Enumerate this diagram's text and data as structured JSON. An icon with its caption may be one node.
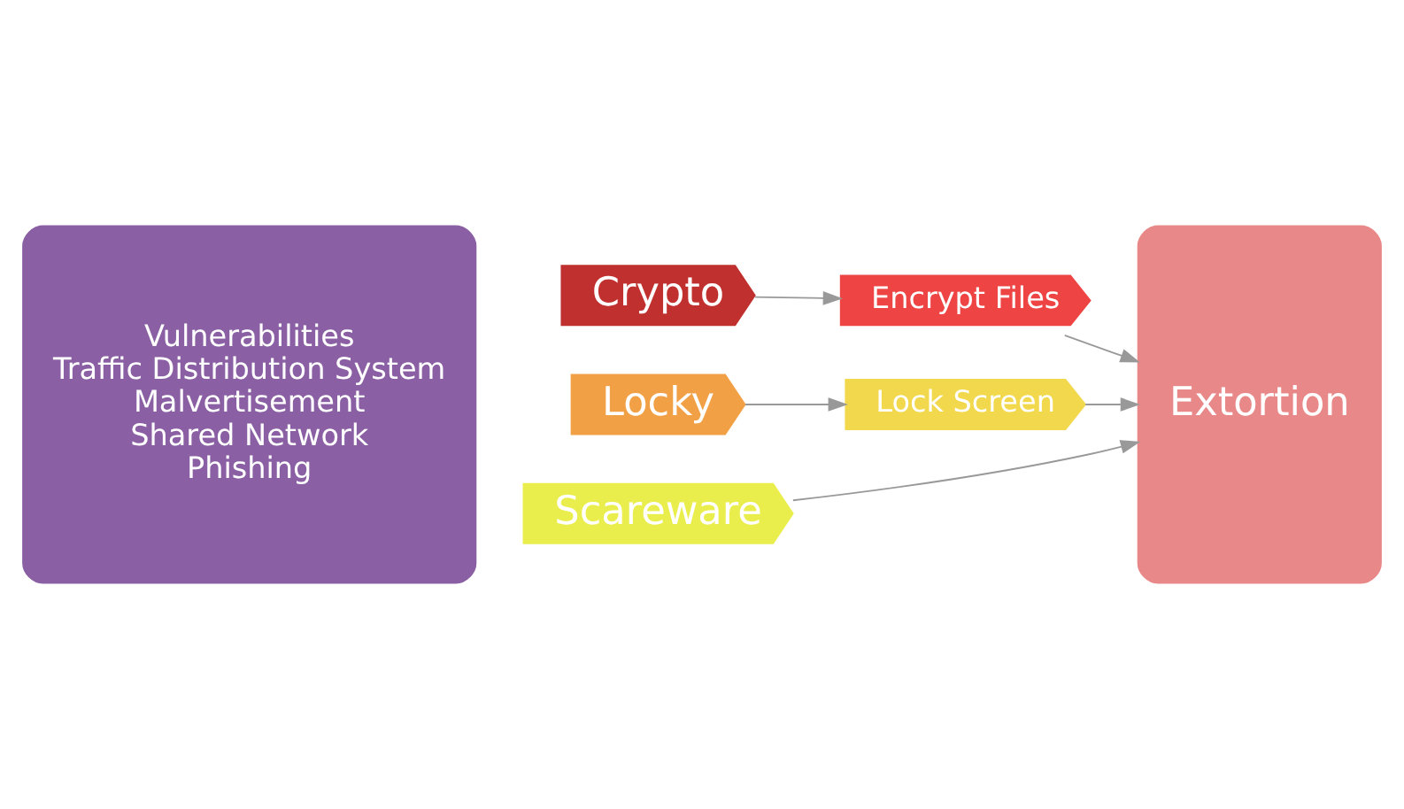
{
  "diagram": {
    "nodes": [
      {
        "text": [
          "Vulnerabilities",
          "Traffic Distribution System",
          "Malvertisement",
          "Shared Network",
          "Phishing"
        ]
      },
      {
        "text": [
          "Crypto"
        ]
      },
      {
        "text": [
          "Encrypt Files"
        ]
      },
      {
        "text": [
          "Locky"
        ]
      },
      {
        "text": [
          "Lock Screen"
        ]
      },
      {
        "text": [
          "Scareware"
        ]
      },
      {
        "text": [
          "Extortion"
        ]
      }
    ],
    "edges": [
      {
        "from": 1,
        "to": 2,
        "arrow": "to"
      },
      {
        "from": 2,
        "to": 6,
        "arrow": "to"
      },
      {
        "from": 3,
        "to": 4,
        "arrow": "to"
      },
      {
        "from": 4,
        "to": 6,
        "arrow": "to"
      },
      {
        "from": 5,
        "to": 6,
        "arrow": "to"
      }
    ]
  }
}
